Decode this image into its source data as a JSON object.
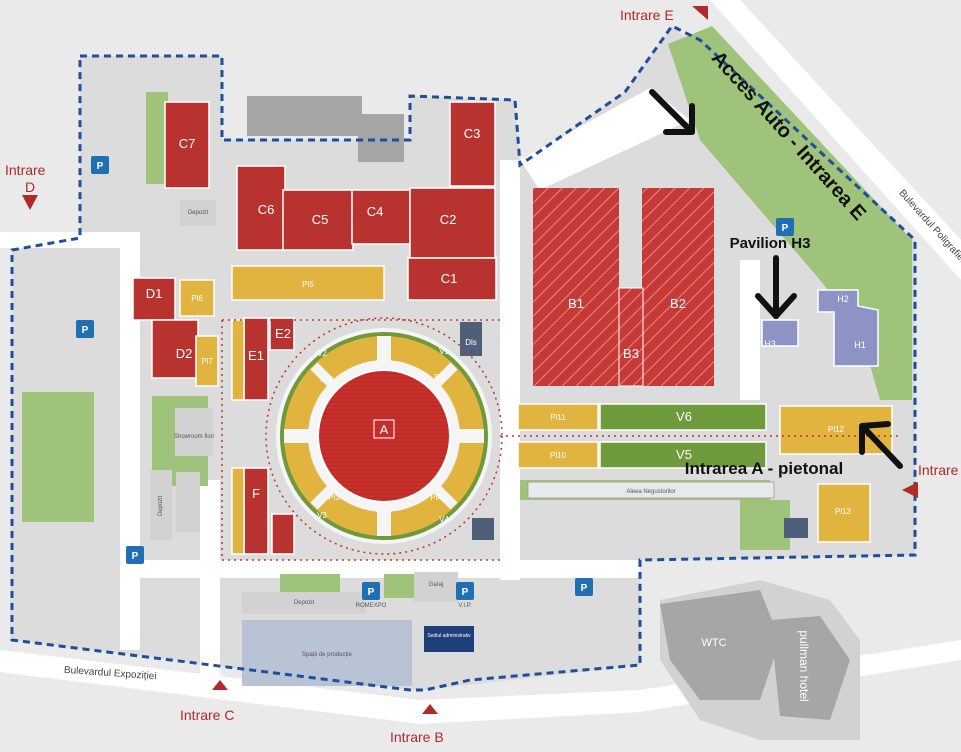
{
  "roads": {
    "blvd_expozitiei": "Bulevardul Expoziției",
    "blvd_poligrafiei": "Bulevardul Poligrafiei"
  },
  "entrances": {
    "a": "Intrare A",
    "b": "Intrare B",
    "c": "Intrare C",
    "d_line1": "Intrare",
    "d_line2": "D",
    "e": "Intrare E"
  },
  "annotations": {
    "acces_auto": "Acces Auto - Intrarea E",
    "pavilion_h3": "Pavilion H3",
    "intrarea_a": "Intrarea A - pietonal"
  },
  "parking_label": "P",
  "halls": {
    "c7": "C7",
    "c6": "C6",
    "c5": "C5",
    "c4": "C4",
    "c3": "C3",
    "c2": "C2",
    "c1": "C1",
    "d1": "D1",
    "d2": "D2",
    "e1": "E1",
    "e2": "E2",
    "f": "F",
    "a": "A",
    "b1": "B1",
    "b2": "B2",
    "b3": "B3",
    "h1": "H1",
    "h2": "H2",
    "h3": "H3"
  },
  "pavilions": {
    "pi5": "Pl5",
    "pi6": "Pl6",
    "pi7": "Pl7",
    "pi2": "Pl2",
    "pi1": "Pl1",
    "pi3": "Pl3",
    "pi4": "Pl4",
    "pi10": "Pl10",
    "pi11": "Pl11",
    "pi12": "Pl12",
    "pi13": "Pl13",
    "v1": "V1",
    "v2": "V2",
    "v3": "V3",
    "v4": "V4",
    "v5": "V5",
    "v6": "V6"
  },
  "places": {
    "depozit": "Depozit",
    "showroom": "Showroom flori",
    "spatii_productie": "Spații de producție",
    "romexpo": "ROMEXPO",
    "garaj": "Garaj",
    "vip": "V.I.P.",
    "sediul_admin": "Sediul administrativ",
    "aleea": "Aleea Negustorilor",
    "wtc": "WTC",
    "pullman": "pullman hotel",
    "dls": "Dls"
  },
  "colors": {
    "hall": "#b8322f",
    "pavilion_yellow": "#e1b43f",
    "pavilion_green": "#6e9a3b",
    "boundary": "#1e4f9c",
    "entrance": "#b02a2a",
    "parking": "#1f6fb2",
    "hall_h": "#8e93c6"
  }
}
